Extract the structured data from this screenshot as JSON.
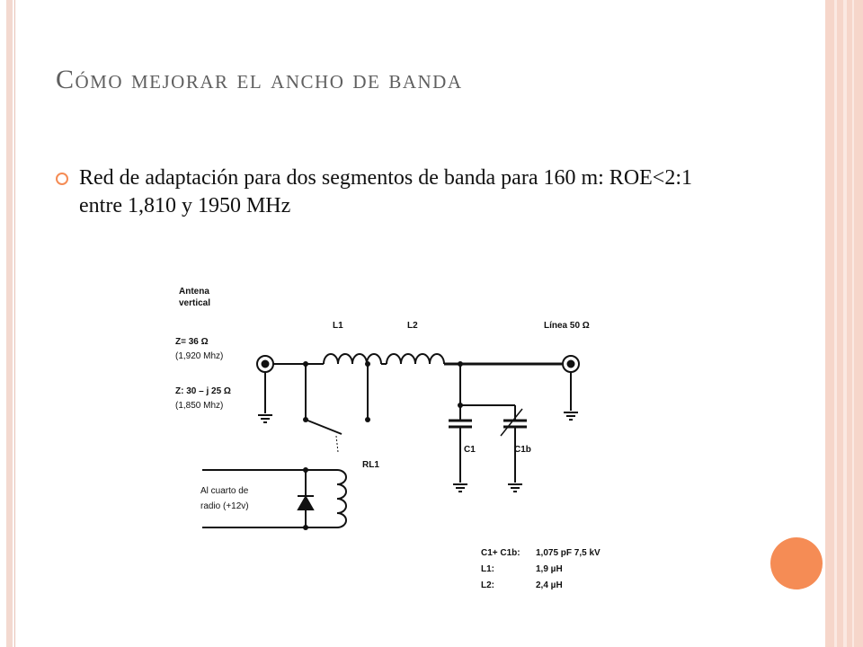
{
  "slide": {
    "title": "Cómo mejorar el ancho de banda",
    "bullet": "Red de adaptación para dos segmentos de banda para 160 m: ROE<2:1 entre 1,810 y 1950 MHz"
  },
  "diagram": {
    "antenna_label_1": "Antena",
    "antenna_label_2": "vertical",
    "z1": "Z= 36 Ω",
    "z1_freq": "(1,920 Mhz)",
    "z2": "Z: 30 – j 25 Ω",
    "z2_freq": "(1,850 Mhz)",
    "l1": "L1",
    "l2": "L2",
    "line": "Línea 50 Ω",
    "c1": "C1",
    "c1b": "C1b",
    "rl1": "RL1",
    "radio_1": "Al cuarto de",
    "radio_2": "radio (+12v)",
    "specs": [
      {
        "name": "C1+ C1b:",
        "value": "1,075 pF 7,5 kV"
      },
      {
        "name": "L1:",
        "value": "1,9 µH"
      },
      {
        "name": "L2:",
        "value": "2,4 µH"
      }
    ]
  },
  "colors": {
    "accent": "#f58c55",
    "frame": "#f6d6ca",
    "title": "#5f5f5f"
  }
}
